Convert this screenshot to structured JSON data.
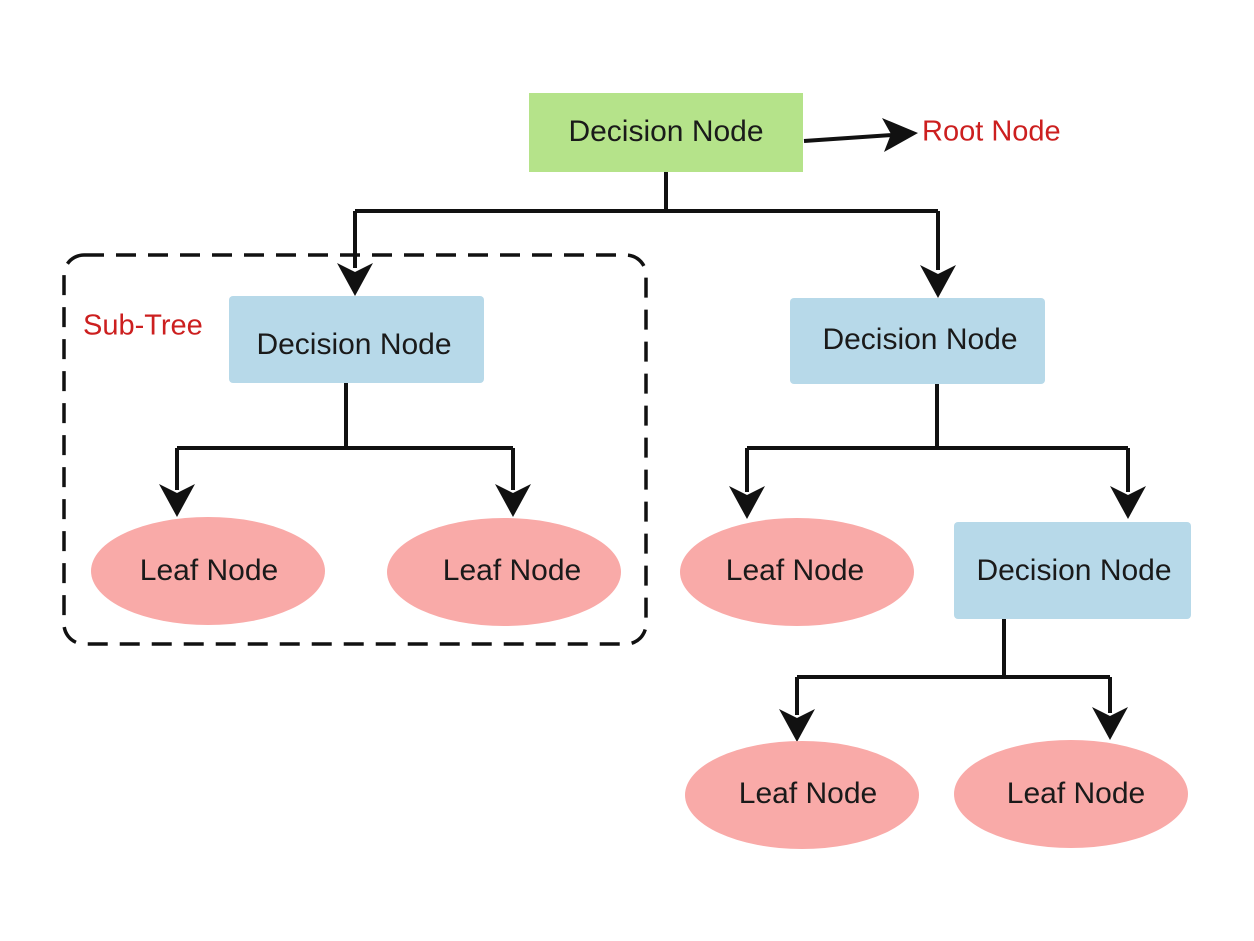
{
  "colors": {
    "root_fill": "#b5e38a",
    "decision_fill": "#b7d9e9",
    "leaf_fill": "#f9aaa8",
    "annotation_text": "#cc1f1f",
    "line": "#111111"
  },
  "annotations": {
    "root": "Root Node",
    "subtree": "Sub-Tree"
  },
  "nodes": {
    "root": {
      "label": "Decision Node",
      "kind": "decision"
    },
    "left_decision": {
      "label": "Decision Node",
      "kind": "decision"
    },
    "right_decision": {
      "label": "Decision Node",
      "kind": "decision"
    },
    "leaf_1": {
      "label": "Leaf Node",
      "kind": "leaf"
    },
    "leaf_2": {
      "label": "Leaf Node",
      "kind": "leaf"
    },
    "leaf_3": {
      "label": "Leaf Node",
      "kind": "leaf"
    },
    "lower_decision": {
      "label": "Decision Node",
      "kind": "decision"
    },
    "leaf_4": {
      "label": "Leaf Node",
      "kind": "leaf"
    },
    "leaf_5": {
      "label": "Leaf Node",
      "kind": "leaf"
    }
  },
  "edges": [
    {
      "from": "root",
      "to": "left_decision"
    },
    {
      "from": "root",
      "to": "right_decision"
    },
    {
      "from": "left_decision",
      "to": "leaf_1"
    },
    {
      "from": "left_decision",
      "to": "leaf_2"
    },
    {
      "from": "right_decision",
      "to": "leaf_3"
    },
    {
      "from": "right_decision",
      "to": "lower_decision"
    },
    {
      "from": "lower_decision",
      "to": "leaf_4"
    },
    {
      "from": "lower_decision",
      "to": "leaf_5"
    }
  ]
}
